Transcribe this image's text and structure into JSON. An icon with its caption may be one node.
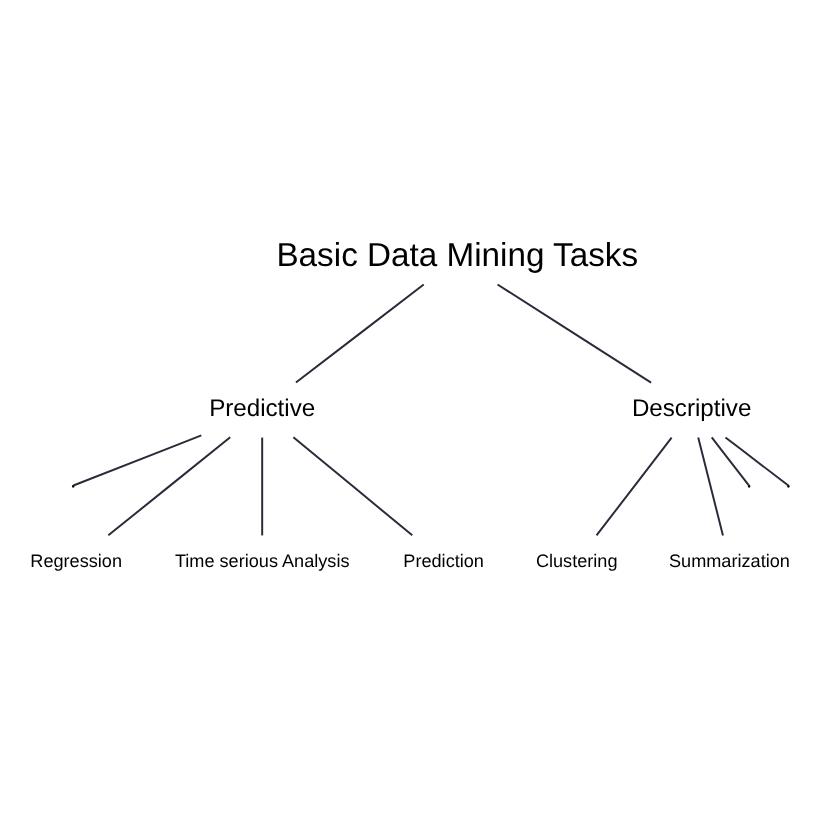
{
  "diagram": {
    "nodes": [
      {
        "text": [
          "Basic Data Mining Tasks"
        ]
      },
      {
        "text": [
          "Predictive"
        ]
      },
      {
        "text": [
          "Descriptive"
        ]
      },
      {
        "text": [
          "Regression"
        ]
      },
      {
        "text": [
          "Time serious Analysis"
        ]
      },
      {
        "text": [
          "Prediction"
        ]
      },
      {
        "text": [
          "Clustering"
        ]
      },
      {
        "text": [
          "Summarization"
        ]
      }
    ],
    "edges": [
      {
        "from": 0,
        "to": 1,
        "arrow": "none"
      },
      {
        "from": 0,
        "to": 2,
        "arrow": "none"
      },
      {
        "from": 1,
        "to": null,
        "arrow": "none"
      },
      {
        "from": 1,
        "to": 3,
        "arrow": "none"
      },
      {
        "from": 1,
        "to": 4,
        "arrow": "none"
      },
      {
        "from": 1,
        "to": 5,
        "arrow": "none"
      },
      {
        "from": 2,
        "to": 6,
        "arrow": "none"
      },
      {
        "from": 2,
        "to": 7,
        "arrow": "none"
      },
      {
        "from": 2,
        "to": null,
        "arrow": "none"
      },
      {
        "from": 2,
        "to": null,
        "arrow": "none"
      }
    ]
  }
}
